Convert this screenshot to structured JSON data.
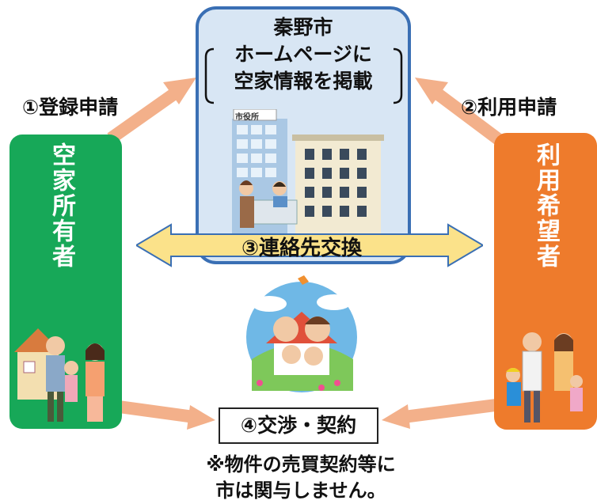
{
  "center": {
    "line1": "秦野市",
    "line2": "ホームページに",
    "line3": "空家情報を掲載",
    "building_sign": "市役所"
  },
  "owner": {
    "label": "空家所有者"
  },
  "user": {
    "label": "利用希望者"
  },
  "steps": {
    "step1": "①登録申請",
    "step2": "②利用申請",
    "step3": "③連絡先交換",
    "step4": "④交渉・契約"
  },
  "note": {
    "line1": "※物件の売買契約等に",
    "line2": "市は関与しません。"
  },
  "colors": {
    "owner_green": "#17a858",
    "user_orange": "#ee7b2c",
    "center_blue": "#3a6fb4",
    "arrow_peach": "#f3b08a",
    "exchange_yellow": "#fbe28a"
  }
}
